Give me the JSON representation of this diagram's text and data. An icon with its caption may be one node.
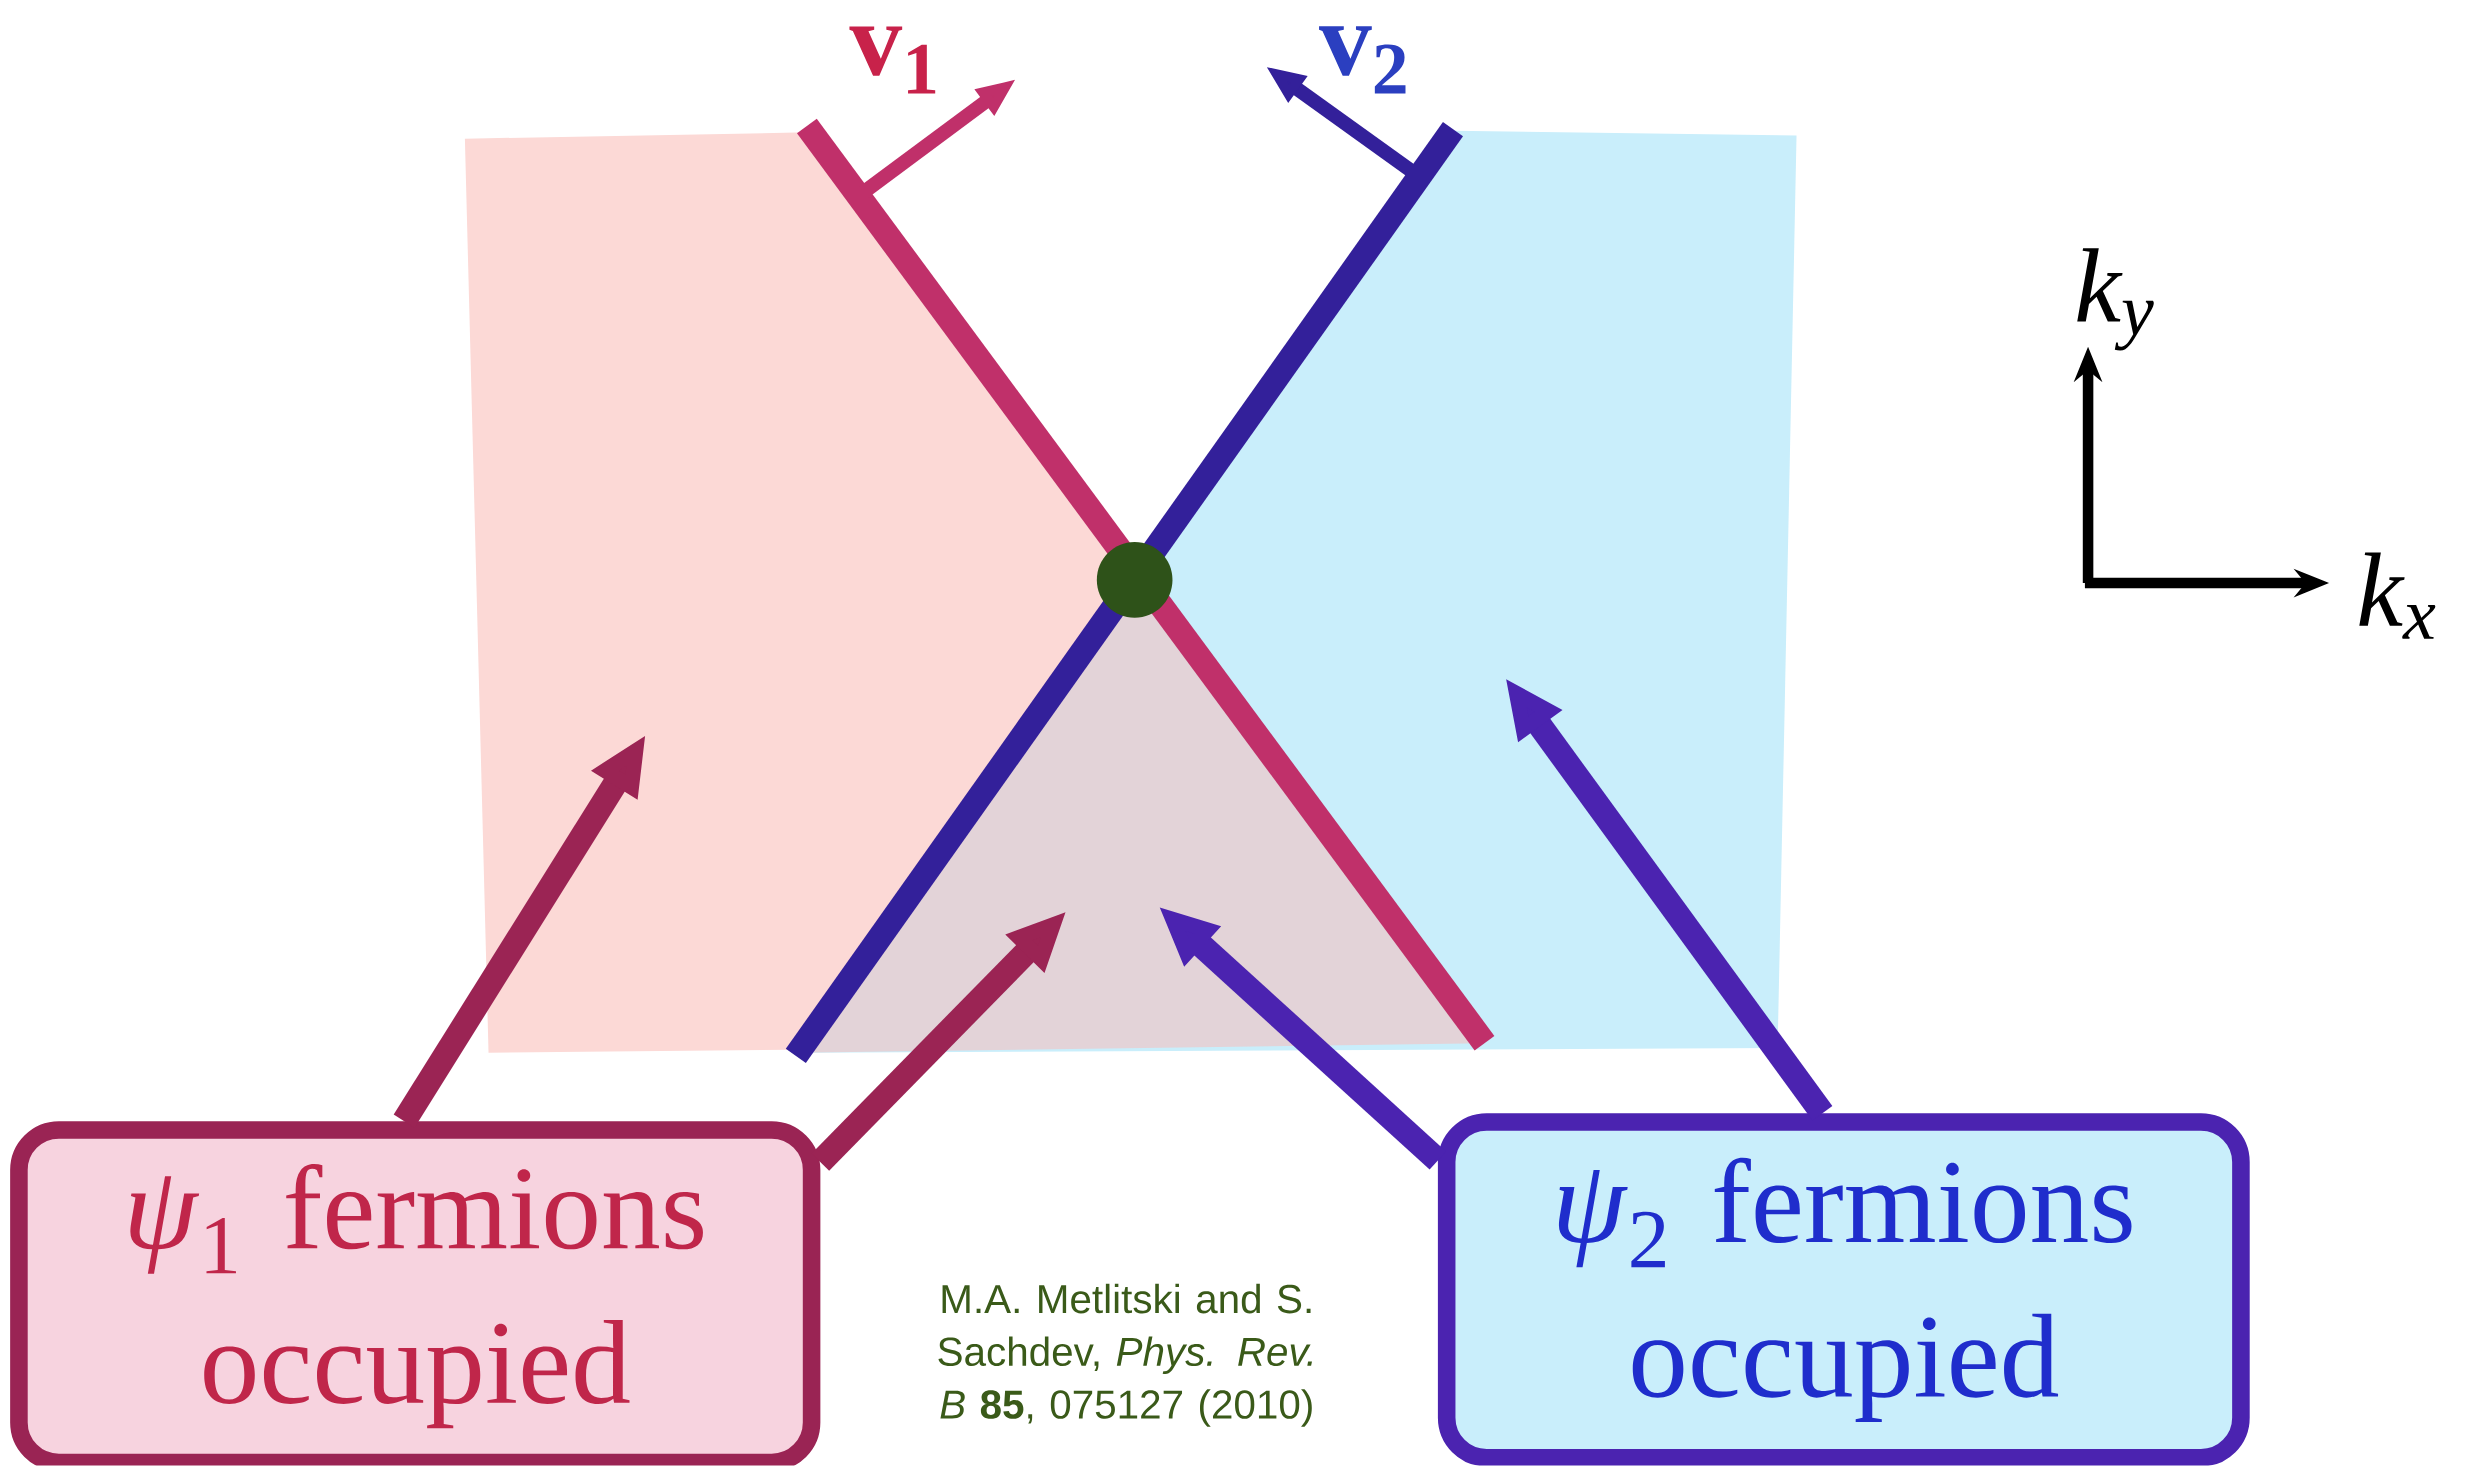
{
  "diagram": {
    "nodes": [
      {
        "text": [
          "*ψ*$_{1}$ fermions occupied"
        ]
      },
      {
        "text": [
          "*ψ*$_{2}$ fermions occupied"
        ]
      }
    ],
    "edges": [
      {
        "from": 0,
        "to": null,
        "arrow": "to",
        "color": "#9b2454"
      },
      {
        "from": 0,
        "to": null,
        "arrow": "to",
        "color": "#9b2454"
      },
      {
        "from": 1,
        "to": null,
        "arrow": "to",
        "color": "#4b23b0"
      },
      {
        "from": 1,
        "to": null,
        "arrow": "to",
        "color": "#4b23b0"
      }
    ],
    "labels": [
      "v$_{1}$",
      "v$_{2}$",
      "k$_{y}$",
      "k$_{x}$",
      "M.A. Metlitski and S. Sachdev, *Phys. Rev. B* **85**, 075127 (2010)"
    ]
  }
}
